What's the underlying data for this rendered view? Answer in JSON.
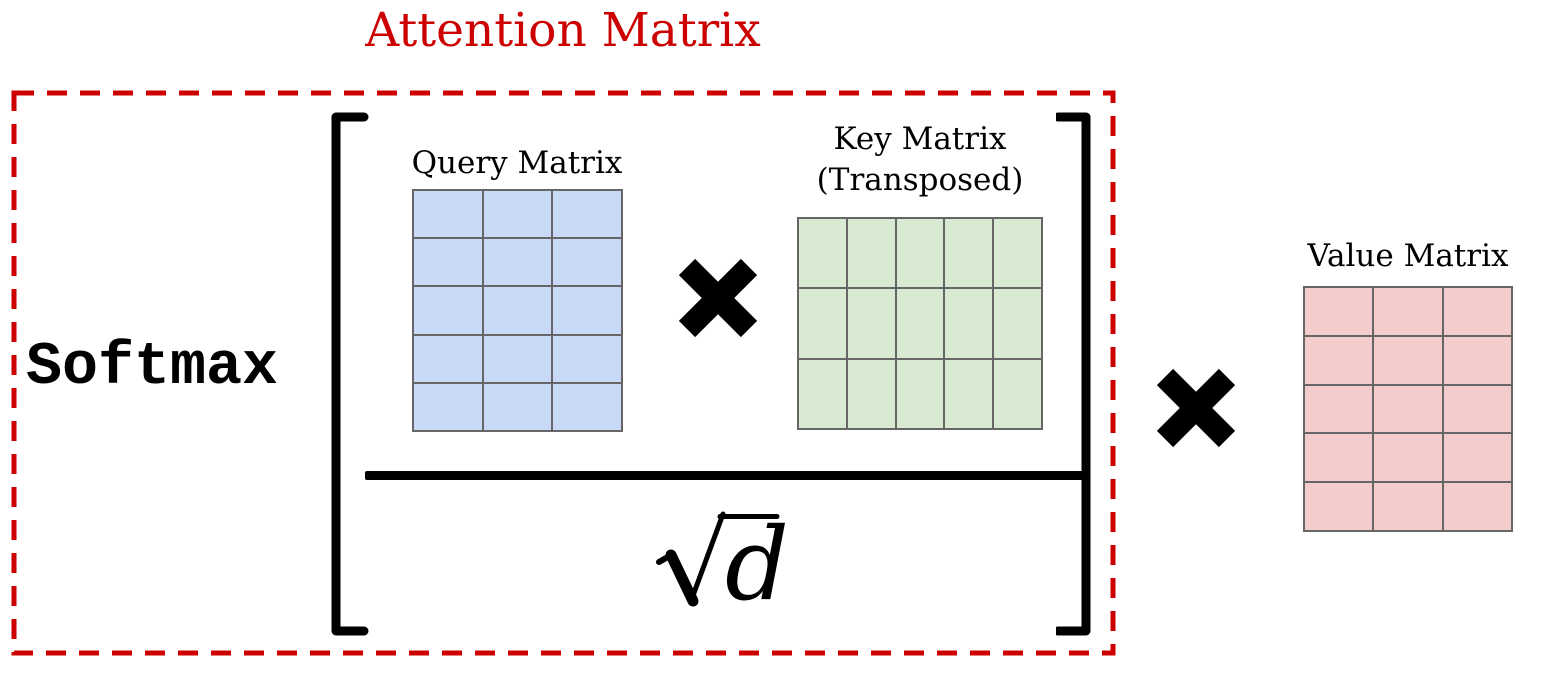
{
  "title": "Attention Matrix",
  "formula": {
    "softmax_label": "Softmax",
    "numerator": "Query Matrix ✖ Key Matrix (Transposed)",
    "denominator_radicand": "d",
    "multiply_symbol": "✖"
  },
  "matrices": [
    {
      "id": "query",
      "label": "Query Matrix",
      "cols": 3,
      "rows": 5,
      "fill": "#c9daf8"
    },
    {
      "id": "key",
      "label": "Key Matrix",
      "label_line2": "(Transposed)",
      "cols": 5,
      "rows": 3,
      "fill": "#d9ead3"
    },
    {
      "id": "value",
      "label": "Value Matrix",
      "cols": 3,
      "rows": 5,
      "fill": "#f4cccc"
    }
  ],
  "colors": {
    "accent_red": "#cc0000",
    "grid_border": "#666666",
    "ink": "#000000"
  }
}
